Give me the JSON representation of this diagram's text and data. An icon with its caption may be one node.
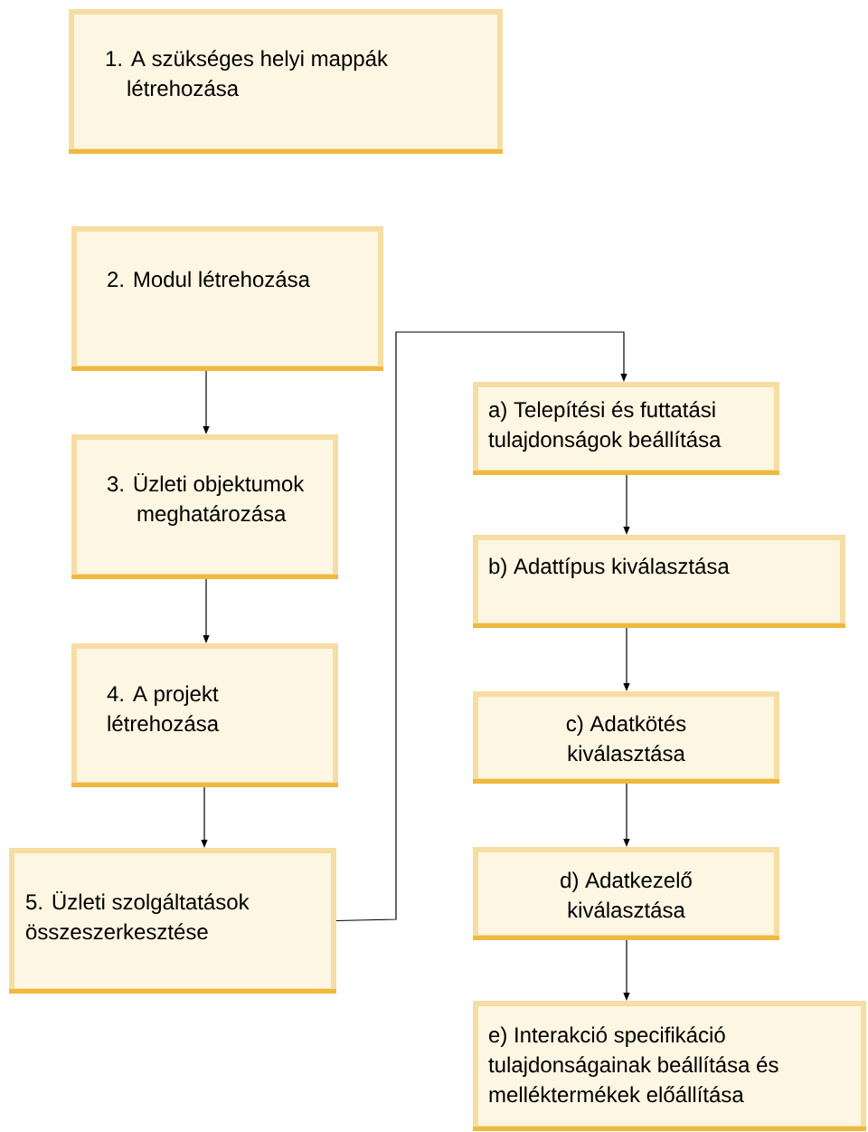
{
  "diagram": {
    "nodes": [
      {
        "text": [
          "1. A szükséges helyi mappák létrehozása"
        ]
      },
      {
        "text": [
          "2. Modul létrehozása"
        ]
      },
      {
        "text": [
          "3. Üzleti objektumok meghatározása"
        ]
      },
      {
        "text": [
          "4. A projekt létrehozása"
        ]
      },
      {
        "text": [
          "5. Üzleti szolgáltatások összeszerkesztése"
        ]
      },
      {
        "text": [
          "a) Telepítési és futtatási tulajdonságok beállítása"
        ]
      },
      {
        "text": [
          "b) Adattípus kiválasztása"
        ]
      },
      {
        "text": [
          "c) Adatkötés kiválasztása"
        ]
      },
      {
        "text": [
          "d) Adatkezelő kiválasztása"
        ]
      },
      {
        "text": [
          "e) Interakció specifikáció tulajdonságainak beállítása és melléktermékek előállítása"
        ]
      }
    ],
    "edges": [
      {
        "from": 1,
        "to": 2,
        "arrow": "to"
      },
      {
        "from": 2,
        "to": 3,
        "arrow": "to"
      },
      {
        "from": 3,
        "to": 4,
        "arrow": "to"
      },
      {
        "from": 4,
        "to": 5,
        "arrow": "to"
      },
      {
        "from": 5,
        "to": 6,
        "arrow": "to"
      },
      {
        "from": 6,
        "to": 7,
        "arrow": "to"
      },
      {
        "from": 7,
        "to": 8,
        "arrow": "to"
      },
      {
        "from": 8,
        "to": 9,
        "arrow": "to"
      }
    ]
  }
}
